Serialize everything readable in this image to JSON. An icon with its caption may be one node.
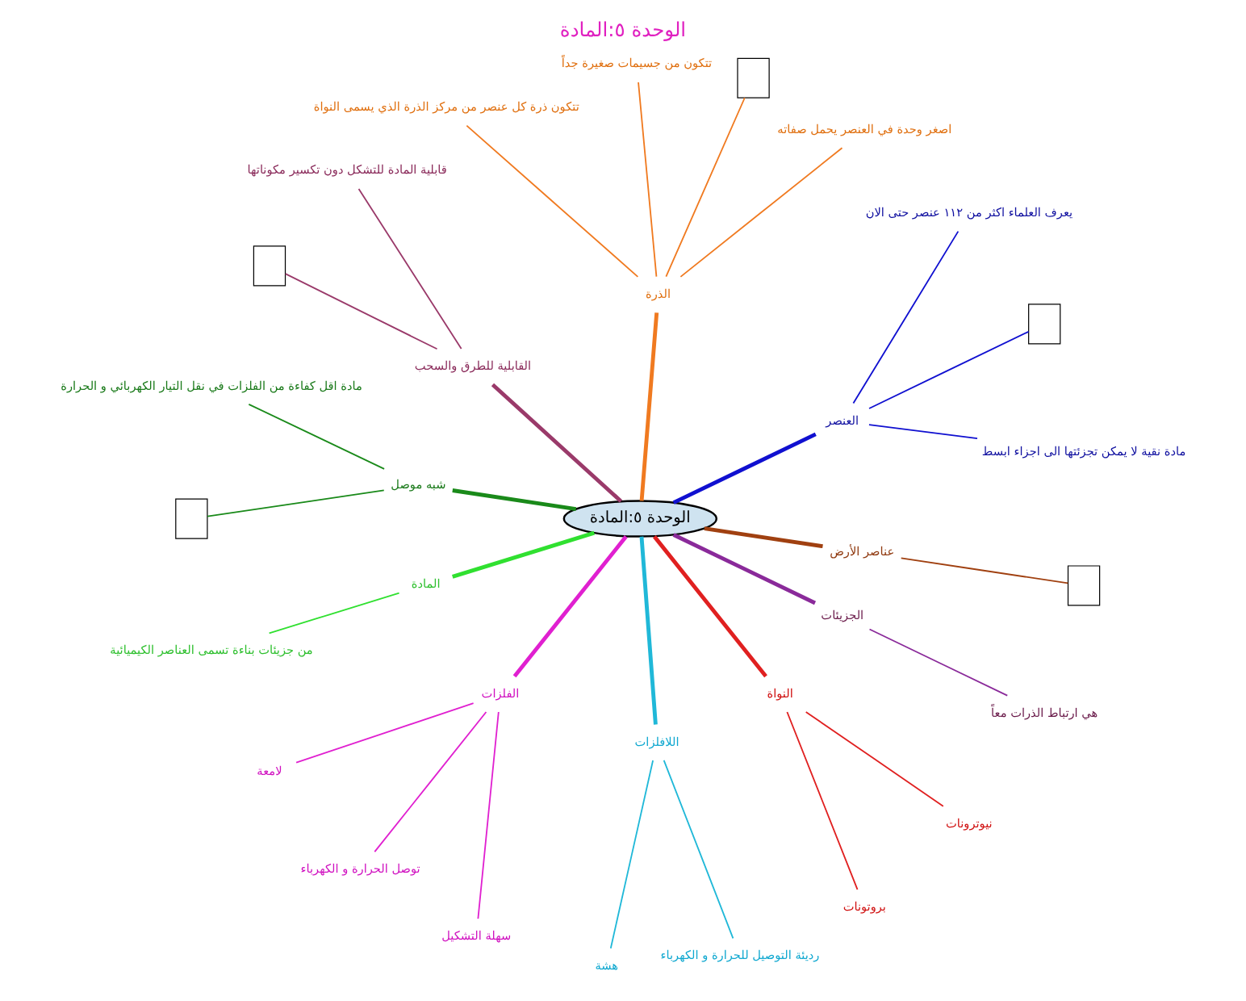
{
  "diagram": {
    "title": "الوحدة ٥:المادة",
    "nodes": [
      {
        "text": [
          "الوحدة ٥:المادة"
        ]
      },
      {
        "text": [
          "العنصر"
        ]
      },
      {
        "text": [
          "مادة نقية لا يمكن تجزئتها الى اجزاء ابسط"
        ]
      },
      {
        "text": [],
        "shape": "box"
      },
      {
        "text": [
          "يعرف العلماء اكثر من ١١٢ عنصر حتى الان"
        ]
      },
      {
        "text": [
          "الذرة"
        ]
      },
      {
        "text": [
          "اصغر وحدة في العنصر يحمل صفاته"
        ]
      },
      {
        "text": [],
        "shape": "box"
      },
      {
        "text": [
          "تتكون من جسيمات صغيرة جداً"
        ]
      },
      {
        "text": [
          "تتكون ذرة كل عنصر من مركز الذرة الذي يسمى النواة"
        ]
      },
      {
        "text": [
          "القابلية للطرق والسحب"
        ]
      },
      {
        "text": [
          "قابلية المادة للتشكل دون تكسير مكوناتها"
        ]
      },
      {
        "text": [],
        "shape": "box"
      },
      {
        "text": [
          "شبه موصل"
        ]
      },
      {
        "text": [
          "مادة اقل كفاءة من الفلزات في نقل التيار الكهربائي و الحرارة"
        ]
      },
      {
        "text": [],
        "shape": "box"
      },
      {
        "text": [
          "المادة"
        ]
      },
      {
        "text": [
          "من جزيئات بناءة تسمى العناصر الكيميائية"
        ]
      },
      {
        "text": [
          "الفلزات"
        ]
      },
      {
        "text": [
          "لامعة"
        ]
      },
      {
        "text": [
          "توصل الحرارة و الكهرباء"
        ]
      },
      {
        "text": [
          "سهلة التشكيل"
        ]
      },
      {
        "text": [
          "اللافلزات"
        ]
      },
      {
        "text": [
          "هشة"
        ]
      },
      {
        "text": [
          "رديئة التوصيل للحرارة و الكهرباء"
        ]
      },
      {
        "text": [
          "النواة"
        ]
      },
      {
        "text": [
          "بروتونات"
        ]
      },
      {
        "text": [
          "نيوترونات"
        ]
      },
      {
        "text": [
          "الجزيئات"
        ]
      },
      {
        "text": [
          "هي ارتباط الذرات معاً"
        ]
      },
      {
        "text": [
          "عناصر الأرض"
        ]
      },
      {
        "text": [],
        "shape": "box"
      }
    ],
    "edges": [
      {
        "from": 0,
        "to": 1,
        "arrow": "none",
        "style": "thick",
        "color": "#1010d0"
      },
      {
        "from": 1,
        "to": 2,
        "arrow": "none",
        "color": "#1010d0"
      },
      {
        "from": 1,
        "to": 3,
        "arrow": "none",
        "color": "#1010d0"
      },
      {
        "from": 1,
        "to": 4,
        "arrow": "none",
        "color": "#1010d0"
      },
      {
        "from": 0,
        "to": 5,
        "arrow": "none",
        "style": "thick",
        "color": "#f07a20"
      },
      {
        "from": 5,
        "to": 6,
        "arrow": "none",
        "color": "#f07a20"
      },
      {
        "from": 5,
        "to": 7,
        "arrow": "none",
        "color": "#f07a20"
      },
      {
        "from": 5,
        "to": 8,
        "arrow": "none",
        "color": "#f07a20"
      },
      {
        "from": 5,
        "to": 9,
        "arrow": "none",
        "color": "#f07a20"
      },
      {
        "from": 0,
        "to": 10,
        "arrow": "none",
        "style": "thick",
        "color": "#9a3a6a"
      },
      {
        "from": 10,
        "to": 11,
        "arrow": "none",
        "color": "#9a3a6a"
      },
      {
        "from": 10,
        "to": 12,
        "arrow": "none",
        "color": "#9a3a6a"
      },
      {
        "from": 0,
        "to": 13,
        "arrow": "none",
        "style": "thick",
        "color": "#1a8a1a"
      },
      {
        "from": 13,
        "to": 14,
        "arrow": "none",
        "color": "#1a8a1a"
      },
      {
        "from": 13,
        "to": 15,
        "arrow": "none",
        "color": "#1a8a1a"
      },
      {
        "from": 0,
        "to": 16,
        "arrow": "none",
        "style": "thick",
        "color": "#30e030"
      },
      {
        "from": 16,
        "to": 17,
        "arrow": "none",
        "color": "#30e030"
      },
      {
        "from": 0,
        "to": 18,
        "arrow": "none",
        "style": "thick",
        "color": "#e020d0"
      },
      {
        "from": 18,
        "to": 19,
        "arrow": "none",
        "color": "#e020d0"
      },
      {
        "from": 18,
        "to": 20,
        "arrow": "none",
        "color": "#e020d0"
      },
      {
        "from": 18,
        "to": 21,
        "arrow": "none",
        "color": "#e020d0"
      },
      {
        "from": 0,
        "to": 22,
        "arrow": "none",
        "style": "thick",
        "color": "#20b8d8"
      },
      {
        "from": 22,
        "to": 23,
        "arrow": "none",
        "color": "#20b8d8"
      },
      {
        "from": 22,
        "to": 24,
        "arrow": "none",
        "color": "#20b8d8"
      },
      {
        "from": 0,
        "to": 25,
        "arrow": "none",
        "style": "thick",
        "color": "#e02020"
      },
      {
        "from": 25,
        "to": 26,
        "arrow": "none",
        "color": "#e02020"
      },
      {
        "from": 25,
        "to": 27,
        "arrow": "none",
        "color": "#e02020"
      },
      {
        "from": 0,
        "to": 28,
        "arrow": "none",
        "style": "thick",
        "color": "#8a2a9a"
      },
      {
        "from": 28,
        "to": 29,
        "arrow": "none",
        "color": "#8a2a9a"
      },
      {
        "from": 0,
        "to": 30,
        "arrow": "none",
        "style": "thick",
        "color": "#a04010"
      },
      {
        "from": 30,
        "to": 31,
        "arrow": "none",
        "color": "#a04010"
      }
    ]
  }
}
